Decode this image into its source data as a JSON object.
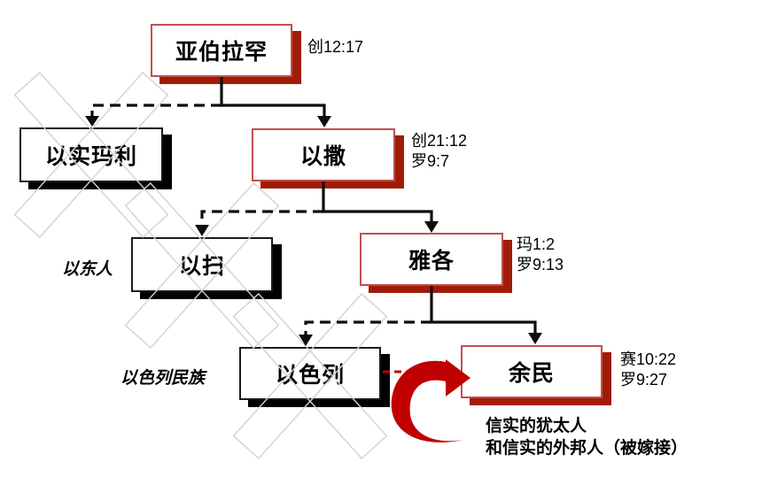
{
  "colors": {
    "red_border": "#c0504d",
    "red_shadow": "#a11c08",
    "arrow_red": "#c00000",
    "black": "#0d0d0d",
    "x_mark": "#d2d2d2"
  },
  "nodes": {
    "abraham": {
      "label": "亚伯拉罕",
      "ref1": "创12:17",
      "style": "red",
      "crossed": false
    },
    "ishmael": {
      "label": "以实玛利",
      "style": "black",
      "crossed": true
    },
    "isaac": {
      "label": "以撒",
      "ref1": "创21:12",
      "ref2": "罗9:7",
      "style": "red",
      "crossed": false
    },
    "esau": {
      "label": "以扫",
      "side_label": "以东人",
      "style": "black",
      "crossed": true
    },
    "jacob": {
      "label": "雅各",
      "ref1": "玛1:2",
      "ref2": "罗9:13",
      "style": "red",
      "crossed": false
    },
    "israel": {
      "label": "以色列",
      "side_label": "以色列民族",
      "style": "black",
      "crossed": true
    },
    "remnant": {
      "label": "余民",
      "ref1": "赛10:22",
      "ref2": "罗9:27",
      "style": "red",
      "crossed": false
    }
  },
  "annotation": {
    "line1": "信实的犹太人",
    "line2": "和信实的外邦人（被嫁接）"
  }
}
